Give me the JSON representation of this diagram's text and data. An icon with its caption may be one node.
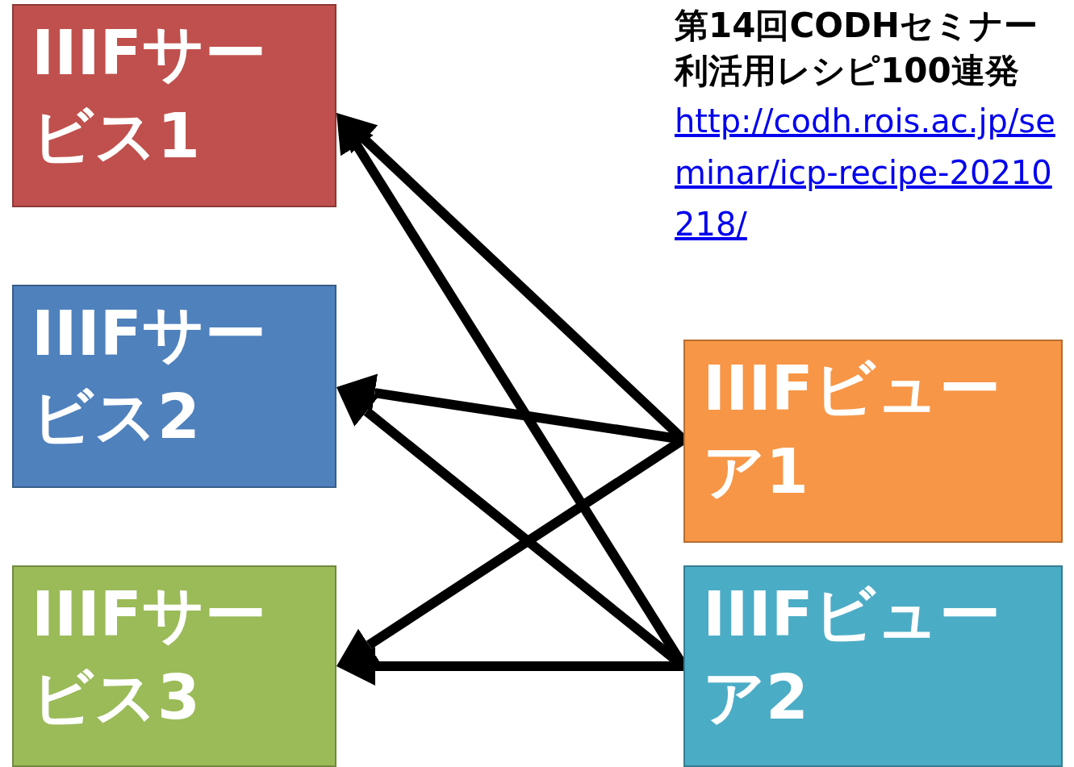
{
  "diagram": {
    "nodes": [
      {
        "text": [
          "IIIFサービス1"
        ]
      },
      {
        "text": [
          "IIIFサービス2"
        ]
      },
      {
        "text": [
          "IIIFサービス3"
        ]
      },
      {
        "text": [
          "IIIFビューア1"
        ]
      },
      {
        "text": [
          "IIIFビューア2"
        ]
      }
    ],
    "edges": [
      {
        "from": 3,
        "to": 0,
        "arrow": "to"
      },
      {
        "from": 3,
        "to": 1,
        "arrow": "to"
      },
      {
        "from": 3,
        "to": 2,
        "arrow": "to"
      },
      {
        "from": 4,
        "to": 0,
        "arrow": "to"
      },
      {
        "from": 4,
        "to": 1,
        "arrow": "to"
      },
      {
        "from": 4,
        "to": 2,
        "arrow": "to"
      }
    ],
    "labels": [
      "第14回CODHセミナー",
      "利活用レシピ100連発",
      "http://codh.rois.ac.jp/seminar/icp-recipe-20210218/"
    ]
  }
}
